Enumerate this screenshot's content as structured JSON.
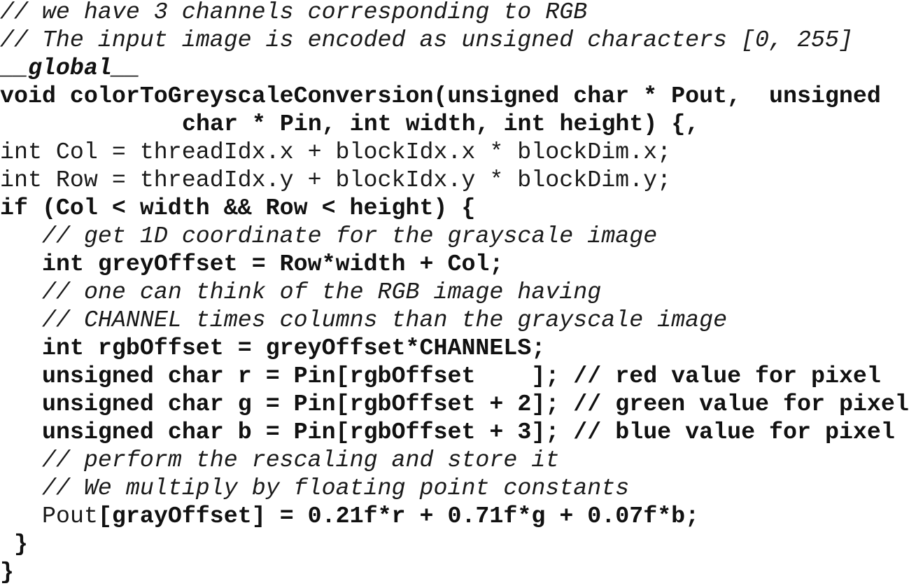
{
  "lines": [
    {
      "indent": 0,
      "segments": [
        {
          "text": "// we have 3 channels corresponding to RGB",
          "weight": "normal",
          "style": "italic"
        }
      ]
    },
    {
      "indent": 0,
      "segments": [
        {
          "text": "// The input image is encoded as unsigned characters [0, 255]",
          "weight": "normal",
          "style": "italic"
        }
      ]
    },
    {
      "indent": 0,
      "segments": [
        {
          "text": "__global__",
          "weight": "bold",
          "style": "italic"
        }
      ]
    },
    {
      "indent": 0,
      "segments": [
        {
          "text": "void colorToGreyscaleConversion(unsigned char * Pout,  unsigned",
          "weight": "bold",
          "style": "normal"
        }
      ]
    },
    {
      "indent": 13,
      "segments": [
        {
          "text": "char * Pin, int width, int height) {,",
          "weight": "bold",
          "style": "normal"
        }
      ]
    },
    {
      "indent": 0,
      "segments": [
        {
          "text": "int Col = threadIdx.x + blockIdx.x * blockDim.x;",
          "weight": "normal",
          "style": "normal"
        }
      ]
    },
    {
      "indent": 0,
      "segments": [
        {
          "text": "int Row = threadIdx.y + blockIdx.y * blockDim.y;",
          "weight": "normal",
          "style": "normal"
        }
      ]
    },
    {
      "indent": 0,
      "segments": [
        {
          "text": "if (Col < width && Row < height) {",
          "weight": "bold",
          "style": "normal"
        }
      ]
    },
    {
      "indent": 3,
      "segments": [
        {
          "text": "// get 1D coordinate for the grayscale image",
          "weight": "normal",
          "style": "italic"
        }
      ]
    },
    {
      "indent": 3,
      "segments": [
        {
          "text": "int greyOffset = Row*width + Col;",
          "weight": "bold",
          "style": "normal"
        }
      ]
    },
    {
      "indent": 3,
      "segments": [
        {
          "text": "// one can think of the RGB image having",
          "weight": "normal",
          "style": "italic"
        }
      ]
    },
    {
      "indent": 3,
      "segments": [
        {
          "text": "// CHANNEL times columns than the grayscale image",
          "weight": "normal",
          "style": "italic"
        }
      ]
    },
    {
      "indent": 3,
      "segments": [
        {
          "text": "int rgbOffset = greyOffset*CHANNELS;",
          "weight": "bold",
          "style": "normal"
        }
      ]
    },
    {
      "indent": 3,
      "segments": [
        {
          "text": "unsigned char r = Pin[rgbOffset    ]; // red value for pixel",
          "weight": "bold",
          "style": "normal"
        }
      ]
    },
    {
      "indent": 3,
      "segments": [
        {
          "text": "unsigned char g = Pin[rgbOffset + 2]; // green value for pixel",
          "weight": "bold",
          "style": "normal"
        }
      ]
    },
    {
      "indent": 3,
      "segments": [
        {
          "text": "unsigned char b = Pin[rgbOffset + 3]; // blue value for pixel",
          "weight": "bold",
          "style": "normal"
        }
      ]
    },
    {
      "indent": 3,
      "segments": [
        {
          "text": "// perform the rescaling and store it",
          "weight": "normal",
          "style": "italic"
        }
      ]
    },
    {
      "indent": 3,
      "segments": [
        {
          "text": "// We multiply by floating point constants",
          "weight": "normal",
          "style": "italic"
        }
      ]
    },
    {
      "indent": 3,
      "segments": [
        {
          "text": "Pout",
          "weight": "normal",
          "style": "normal"
        },
        {
          "text": "[grayOffset] = 0.21f*r + 0.71f*g + 0.07f*b;",
          "weight": "bold",
          "style": "normal"
        }
      ]
    },
    {
      "indent": 1,
      "segments": [
        {
          "text": "}",
          "weight": "bold",
          "style": "normal"
        }
      ]
    },
    {
      "indent": 0,
      "segments": [
        {
          "text": "}",
          "weight": "bold",
          "style": "normal"
        }
      ]
    }
  ]
}
